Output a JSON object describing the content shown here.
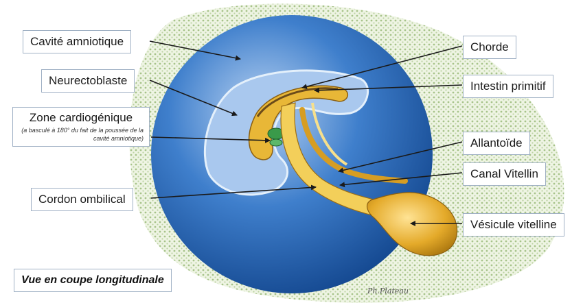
{
  "labels": {
    "cavite_amniotique": "Cavité amniotique",
    "neurectoblaste": "Neurectoblaste",
    "zone_cardiogenique": "Zone cardiogénique",
    "zone_cardiogenique_note": "(a basculé à 180° du fait de la poussée de la cavité amniotique)",
    "cordon_ombilical": "Cordon ombilical",
    "chorde": "Chorde",
    "intestin_primitif": "Intestin primitif",
    "allantoide": "Allantoïde",
    "canal_vitellin": "Canal Vitellin",
    "vesicule_vitelline": "Vésicule vitelline"
  },
  "caption": "Vue en coupe longitudinale",
  "signature": "Ph.Plateau",
  "colors": {
    "amnion_blue": "#1f63b0",
    "inner_cavity": "#a9c8ee",
    "endoderm_yellow": "#e8b737",
    "chorion_green": "#c9dcb2",
    "label_border": "#9fb0c4"
  }
}
